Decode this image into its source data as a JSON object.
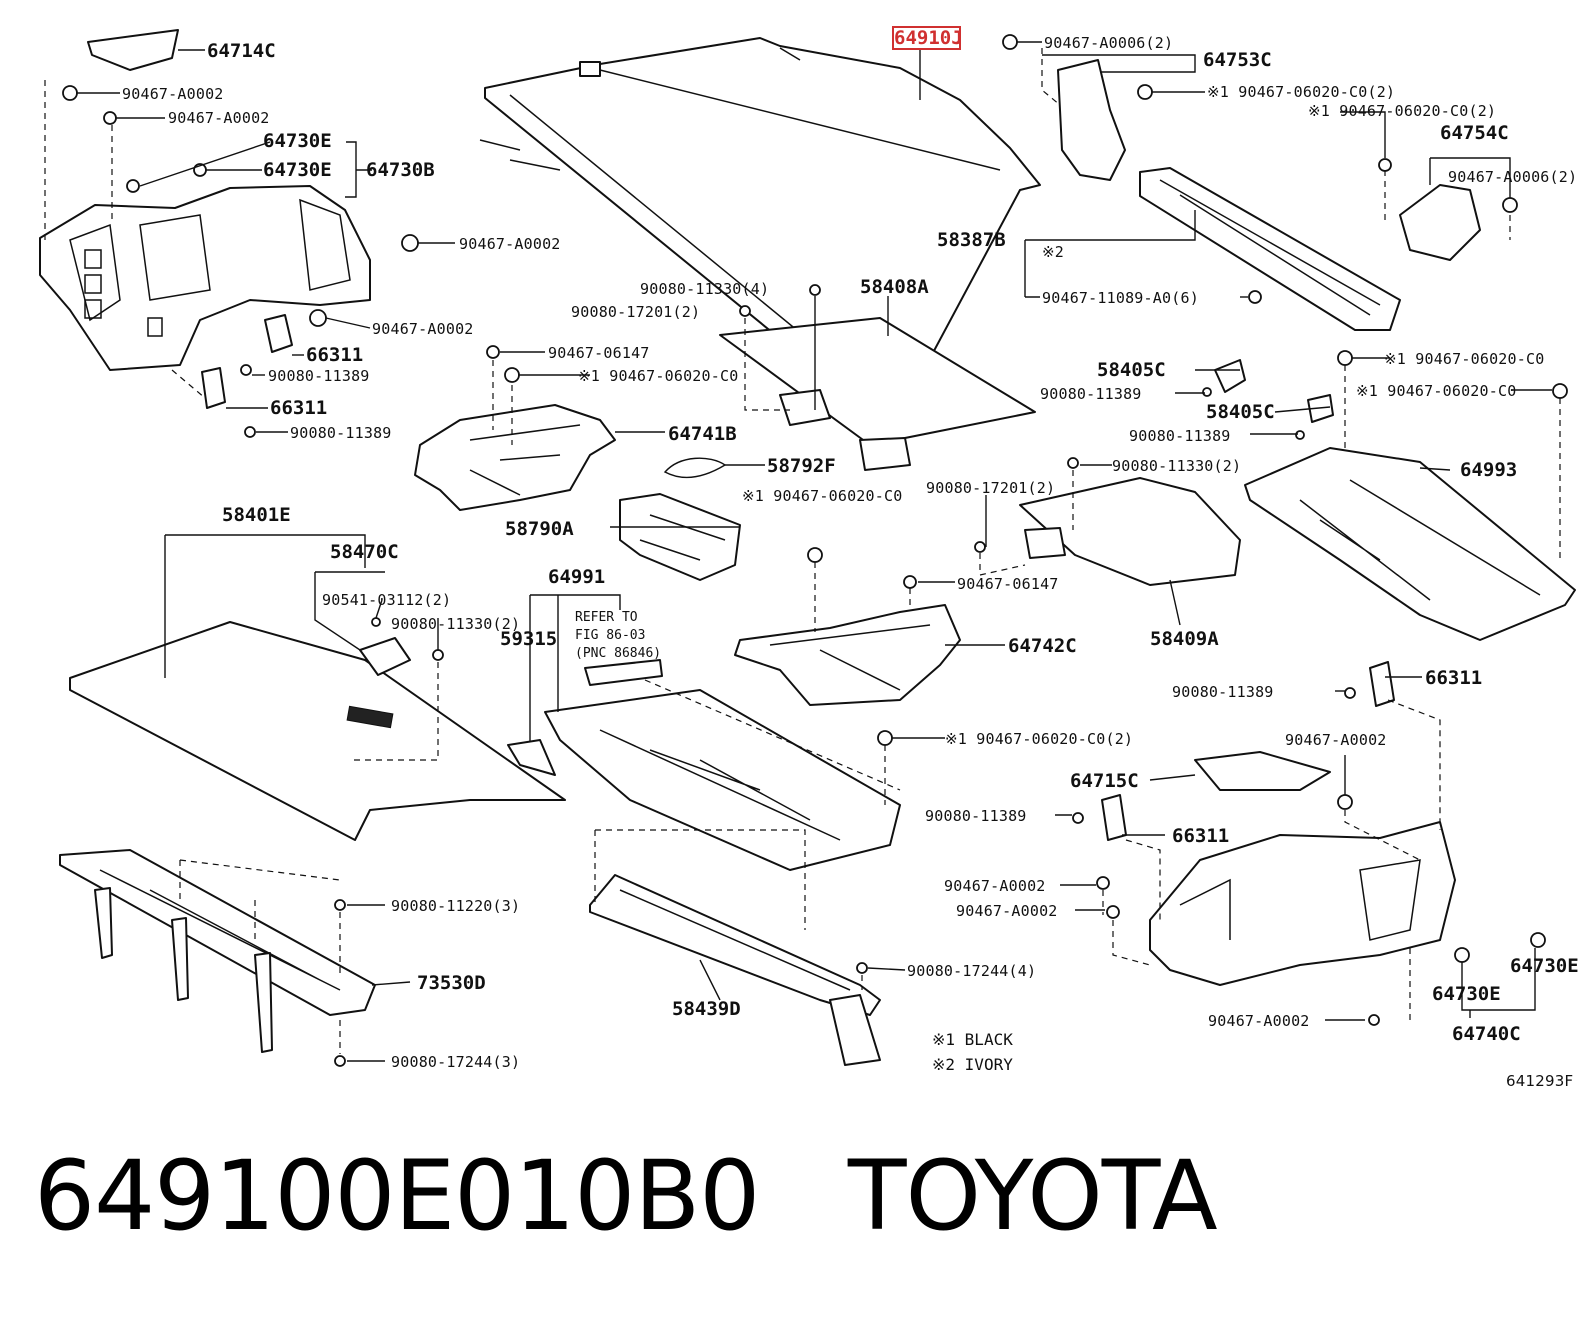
{
  "diagram": {
    "highlight_color": "#d03030",
    "labels": [
      {
        "id": "l01",
        "text": "64714C"
      },
      {
        "id": "l02",
        "text": "90467-A0002"
      },
      {
        "id": "l03",
        "text": "90467-A0002"
      },
      {
        "id": "l04",
        "text": "64730E"
      },
      {
        "id": "l05",
        "text": "64730E"
      },
      {
        "id": "l06",
        "text": "64730B"
      },
      {
        "id": "l07",
        "text": "90467-A0002"
      },
      {
        "id": "l08",
        "text": "90467-A0002"
      },
      {
        "id": "l09",
        "text": "66311"
      },
      {
        "id": "l10",
        "text": "90080-11389"
      },
      {
        "id": "l11",
        "text": "66311"
      },
      {
        "id": "l12",
        "text": "90080-11389"
      },
      {
        "id": "l13",
        "text": "64910J",
        "highlight": true
      },
      {
        "id": "l14",
        "text": "90467-A0006(2)"
      },
      {
        "id": "l15",
        "text": "64753C"
      },
      {
        "id": "l16",
        "text": "※1 90467-06020-C0(2)"
      },
      {
        "id": "l17",
        "text": "※1 90467-06020-C0(2)"
      },
      {
        "id": "l18",
        "text": "64754C"
      },
      {
        "id": "l19",
        "text": "90467-A0006(2)"
      },
      {
        "id": "l20",
        "text": "58387B"
      },
      {
        "id": "l21",
        "text": "※2"
      },
      {
        "id": "l22",
        "text": "90467-11089-A0(6)"
      },
      {
        "id": "l23",
        "text": "90080-11330(4)"
      },
      {
        "id": "l24",
        "text": "58408A"
      },
      {
        "id": "l25",
        "text": "90080-17201(2)"
      },
      {
        "id": "l26",
        "text": "90467-06147"
      },
      {
        "id": "l27",
        "text": "※1 90467-06020-C0"
      },
      {
        "id": "l28",
        "text": "64741B"
      },
      {
        "id": "l29",
        "text": "58792F"
      },
      {
        "id": "l30",
        "text": "58790A"
      },
      {
        "id": "l31",
        "text": "58405C"
      },
      {
        "id": "l32",
        "text": "90080-11389"
      },
      {
        "id": "l33",
        "text": "58405C"
      },
      {
        "id": "l34",
        "text": "90080-11389"
      },
      {
        "id": "l35",
        "text": "※1 90467-06020-C0"
      },
      {
        "id": "l36",
        "text": "※1 90467-06020-C0"
      },
      {
        "id": "l37",
        "text": "64993"
      },
      {
        "id": "l38",
        "text": "90080-11330(2)"
      },
      {
        "id": "l39",
        "text": "90080-17201(2)"
      },
      {
        "id": "l40",
        "text": "※1 90467-06020-C0"
      },
      {
        "id": "l41",
        "text": "90467-06147"
      },
      {
        "id": "l42",
        "text": "64742C"
      },
      {
        "id": "l43",
        "text": "58409A"
      },
      {
        "id": "l44",
        "text": "58401E"
      },
      {
        "id": "l45",
        "text": "58470C"
      },
      {
        "id": "l46",
        "text": "90541-03112(2)"
      },
      {
        "id": "l47",
        "text": "90080-11330(2)"
      },
      {
        "id": "l48",
        "text": "64991"
      },
      {
        "id": "l49",
        "text": "59315"
      },
      {
        "id": "l50",
        "text": "REFER TO"
      },
      {
        "id": "l51",
        "text": "FIG 86-03"
      },
      {
        "id": "l52",
        "text": "(PNC 86846)"
      },
      {
        "id": "l53",
        "text": "※1 90467-06020-C0(2)"
      },
      {
        "id": "l54",
        "text": "66311"
      },
      {
        "id": "l55",
        "text": "90080-11389"
      },
      {
        "id": "l56",
        "text": "90467-A0002"
      },
      {
        "id": "l57",
        "text": "64715C"
      },
      {
        "id": "l58",
        "text": "90080-11389"
      },
      {
        "id": "l59",
        "text": "66311"
      },
      {
        "id": "l60",
        "text": "90467-A0002"
      },
      {
        "id": "l61",
        "text": "90467-A0002"
      },
      {
        "id": "l62",
        "text": "90080-11220(3)"
      },
      {
        "id": "l63",
        "text": "73530D"
      },
      {
        "id": "l64",
        "text": "90080-17244(3)"
      },
      {
        "id": "l65",
        "text": "90080-17244(4)"
      },
      {
        "id": "l66",
        "text": "58439D"
      },
      {
        "id": "l67",
        "text": "64730E"
      },
      {
        "id": "l68",
        "text": "64730E"
      },
      {
        "id": "l69",
        "text": "64740C"
      },
      {
        "id": "l70",
        "text": "90467-A0002"
      },
      {
        "id": "l71",
        "text": "※1  BLACK"
      },
      {
        "id": "l72",
        "text": "※2  IVORY"
      },
      {
        "id": "l73",
        "text": "641293F"
      }
    ]
  },
  "caption": {
    "part_number": "649100E010B0",
    "brand": "TOYOTA"
  }
}
